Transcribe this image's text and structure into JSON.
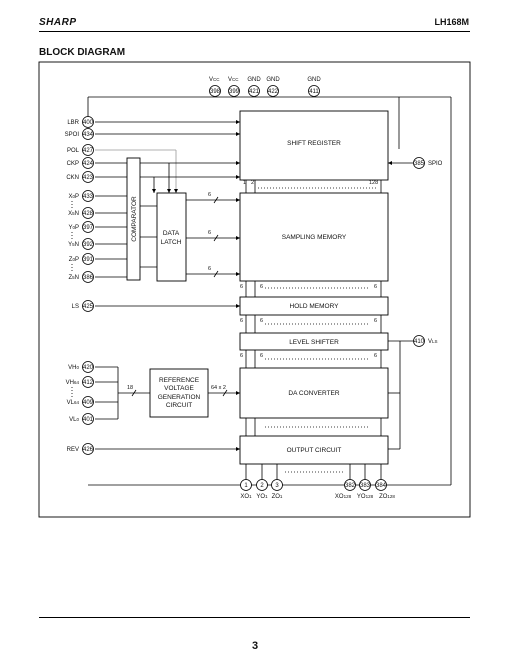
{
  "header": {
    "brand": "SHARP",
    "model": "LH168M"
  },
  "section_title": "BLOCK DIAGRAM",
  "page_number": "3",
  "top_pins": [
    {
      "name": "V",
      "sub": "CC",
      "num": "398"
    },
    {
      "name": "V",
      "sub": "CC",
      "num": "399"
    },
    {
      "name": "GND",
      "sub": "",
      "num": "421"
    },
    {
      "name": "GND",
      "sub": "",
      "num": "422"
    },
    {
      "name": "GND",
      "sub": "",
      "num": "411"
    }
  ],
  "left_pins": [
    {
      "name": "LBR",
      "num": "400"
    },
    {
      "name": "SPOI",
      "num": "434"
    },
    {
      "name": "POL",
      "num": "427"
    },
    {
      "name": "CKP",
      "num": "424"
    },
    {
      "name": "CKN",
      "num": "423"
    },
    {
      "name": "X",
      "sub": "0",
      "suffix": "P",
      "num": "433"
    },
    {
      "name": "X",
      "sub": "5",
      "suffix": "N",
      "num": "428"
    },
    {
      "name": "Y",
      "sub": "0",
      "suffix": "P",
      "num": "397"
    },
    {
      "name": "Y",
      "sub": "5",
      "suffix": "N",
      "num": "392"
    },
    {
      "name": "Z",
      "sub": "0",
      "suffix": "P",
      "num": "391"
    },
    {
      "name": "Z",
      "sub": "5",
      "suffix": "N",
      "num": "386"
    },
    {
      "name": "LS",
      "num": "425"
    },
    {
      "name": "VH",
      "sub": "0",
      "num": "420"
    },
    {
      "name": "VH",
      "sub": "64",
      "num": "412"
    },
    {
      "name": "VL",
      "sub": "64",
      "num": "409"
    },
    {
      "name": "VL",
      "sub": "0",
      "num": "401"
    },
    {
      "name": "REV",
      "num": "426"
    }
  ],
  "right_pins": [
    {
      "name": "SPIO",
      "num": "385"
    },
    {
      "name": "V",
      "sub": "LS",
      "num": "410"
    }
  ],
  "bottom_pins": [
    {
      "name": "XO",
      "sub": "1",
      "num": "1"
    },
    {
      "name": "YO",
      "sub": "1",
      "num": "2"
    },
    {
      "name": "ZO",
      "sub": "1",
      "num": "3"
    },
    {
      "name": "XO",
      "sub": "128",
      "num": "382"
    },
    {
      "name": "YO",
      "sub": "128",
      "num": "383"
    },
    {
      "name": "ZO",
      "sub": "128",
      "num": "384"
    }
  ],
  "blocks": {
    "shift_register": "SHIFT REGISTER",
    "sampling_memory": "SAMPLING MEMORY",
    "hold_memory": "HOLD MEMORY",
    "level_shifter": "LEVEL SHIFTER",
    "da_converter": "DA CONVERTER",
    "output_circuit": "OUTPUT CIRCUIT",
    "comparator": "COMPARATOR",
    "data_latch": [
      "DATA",
      "LATCH"
    ],
    "ref_voltage": [
      "REFERENCE",
      "VOLTAGE",
      "GENERATION",
      "CIRCUIT"
    ]
  },
  "bus_labels": {
    "six": "6",
    "eighteen": "18",
    "sixty_four_x2": "64 x 2",
    "sr_first": "1",
    "sr_second": "2",
    "sr_last": "128"
  }
}
